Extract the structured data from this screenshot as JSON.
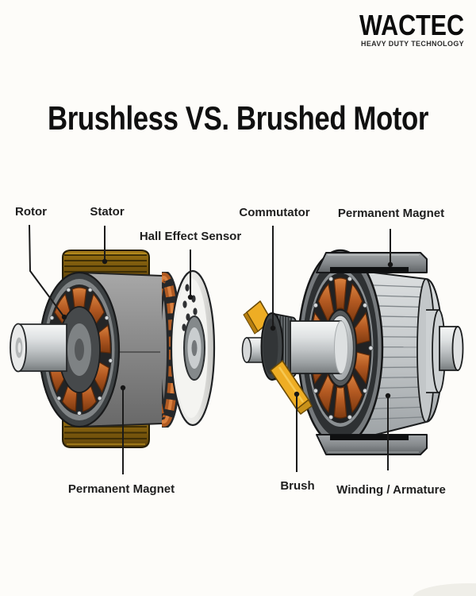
{
  "brand": {
    "name": "WACTEC",
    "tagline": "HEAVY DUTY TECHNOLOGY"
  },
  "title": "Brushless VS. Brushed Motor",
  "brushless_motor": {
    "labels": {
      "rotor": "Rotor",
      "stator": "Stator",
      "hall_effect_sensor": "Hall Effect Sensor",
      "permanent_magnet": "Permanent Magnet"
    }
  },
  "brushed_motor": {
    "labels": {
      "commutator": "Commutator",
      "permanent_magnet": "Permanent Magnet",
      "brush": "Brush",
      "winding_armature": "Winding / Armature"
    }
  },
  "colors": {
    "background": "#fdfcf9",
    "copper": "#b45a22",
    "copper_light": "#d9823f",
    "brush_yellow": "#eead24",
    "stator_brown": "#85600d",
    "housing_gray": "#8a8a8a",
    "steel_light": "#c9cdcf",
    "magnet_dark": "#333639",
    "leader_line": "#1b1b1b",
    "text": "#1e1e1e"
  }
}
